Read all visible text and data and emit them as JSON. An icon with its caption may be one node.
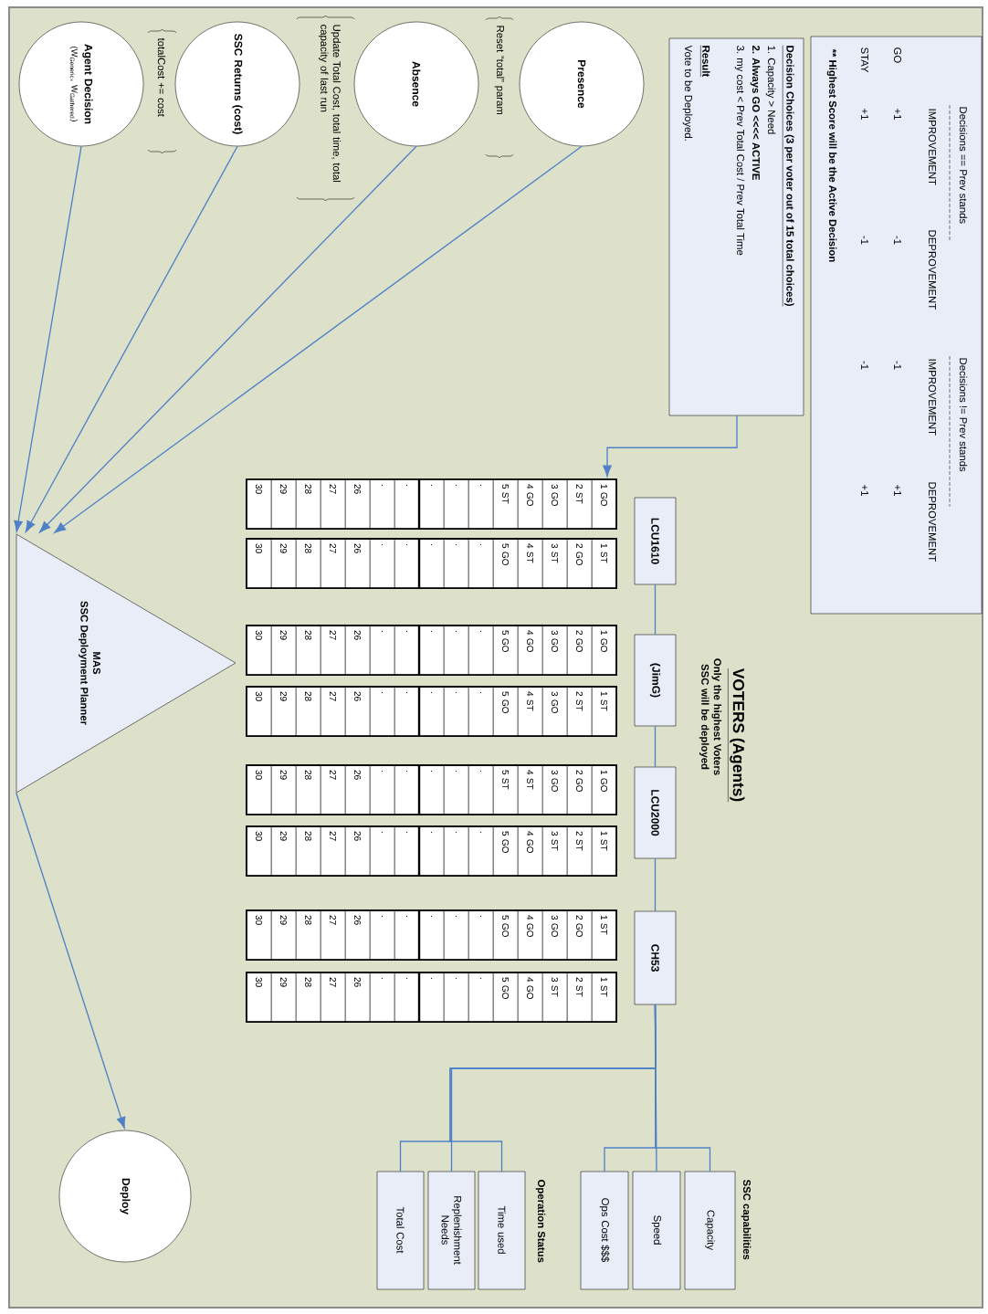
{
  "diagram": {
    "title": "VOTERS (Agents)",
    "nodes": [
      {
        "text": [
          "Decisions == Prev stands",
          "Decisions != Prev stands",
          "IMPROVEMENT",
          "DEPROVEMENT",
          "IMPROVEMENT",
          "DEPROVEMENT",
          "GO",
          "+1",
          "-1",
          "-1",
          "+1",
          "STAY",
          "+1",
          "-1",
          "-1",
          "+1",
          "** Highest Score will be the Active Decision"
        ]
      },
      {
        "text": [
          "Decision Choices (3 per voter out of 15 total choices)",
          "1. Capacity > Need",
          "2. Always GO <<<< ACTIVE",
          "3. my cost < Prev Total Cost / Prev Total Time",
          "Result",
          "Vote to be Deployed."
        ]
      },
      {
        "text": [
          "LCU1610"
        ]
      },
      {
        "text": [
          "(JimG)"
        ]
      },
      {
        "text": [
          "LCU2000"
        ]
      },
      {
        "text": [
          "CH53"
        ]
      },
      {
        "text": [
          "1 GO",
          "2 ST",
          "3 GO",
          "4 GO",
          "5 ST",
          ".",
          ".",
          ".",
          ".",
          ".",
          "26",
          "27",
          "28",
          "29",
          "30"
        ]
      },
      {
        "text": [
          "1 ST",
          "2 GO",
          "3 ST",
          "4 ST",
          "5 GO",
          ".",
          ".",
          ".",
          ".",
          ".",
          "26",
          "27",
          "28",
          "29",
          "30"
        ]
      },
      {
        "text": [
          "1 GO",
          "2 GO",
          "3 GO",
          "4 GO",
          "5 GO",
          ".",
          ".",
          ".",
          ".",
          ".",
          "26",
          "27",
          "28",
          "29",
          "30"
        ]
      },
      {
        "text": [
          "1 ST",
          "2 ST",
          "3 GO",
          "4 ST",
          "5 GO",
          ".",
          ".",
          ".",
          ".",
          ".",
          "26",
          "27",
          "28",
          "29",
          "30"
        ]
      },
      {
        "text": [
          "1 GO",
          "2 GO",
          "3 GO",
          "4 ST",
          "5 ST",
          ".",
          ".",
          ".",
          ".",
          ".",
          "26",
          "27",
          "28",
          "29",
          "30"
        ]
      },
      {
        "text": [
          "1 ST",
          "2 ST",
          "3 ST",
          "4 GO",
          "5 GO",
          ".",
          ".",
          ".",
          ".",
          ".",
          "26",
          "27",
          "28",
          "29",
          "30"
        ]
      },
      {
        "text": [
          "1 ST",
          "2 GO",
          "3 GO",
          "4 GO",
          "5 GO",
          ".",
          ".",
          ".",
          ".",
          ".",
          "26",
          "27",
          "28",
          "29",
          "30"
        ]
      },
      {
        "text": [
          "1 ST",
          "2 ST",
          "3 ST",
          "4 GO",
          "5 GO",
          ".",
          ".",
          ".",
          ".",
          ".",
          "26",
          "27",
          "28",
          "29",
          "30"
        ]
      },
      {
        "text": [
          "Presence"
        ],
        "beside": [
          "Reset “total” param"
        ]
      },
      {
        "text": [
          "Absence"
        ],
        "beside": [
          "Update Total Cost, total time, total capacity of last run"
        ]
      },
      {
        "text": [
          "SSC Returns (cost)"
        ],
        "beside": [
          "totalCost += cost"
        ]
      },
      {
        "text": [
          "Agent Decision",
          "(W$_{Generic}$, W$_{Gathered}$)"
        ]
      },
      {
        "text": [
          "MAS",
          "SSC Deployment Planner"
        ]
      },
      {
        "text": [
          "Deploy"
        ]
      },
      {
        "text": [
          "Capacity"
        ]
      },
      {
        "text": [
          "Speed"
        ]
      },
      {
        "text": [
          "Ops Cost $$$"
        ]
      },
      {
        "text": [
          "Time used"
        ]
      },
      {
        "text": [
          "Replenishment Needs"
        ]
      },
      {
        "text": [
          "Total Cost"
        ]
      }
    ],
    "edges": [
      {
        "from": 1,
        "to": 6,
        "arrow": "to"
      },
      {
        "from": 2,
        "to": 3,
        "arrow": "none"
      },
      {
        "from": 3,
        "to": 4,
        "arrow": "none"
      },
      {
        "from": 4,
        "to": 5,
        "arrow": "none"
      },
      {
        "from": 5,
        "to": 20,
        "arrow": "none"
      },
      {
        "from": 5,
        "to": 21,
        "arrow": "none"
      },
      {
        "from": 5,
        "to": 22,
        "arrow": "none"
      },
      {
        "from": 5,
        "to": 23,
        "arrow": "none"
      },
      {
        "from": 5,
        "to": 24,
        "arrow": "none"
      },
      {
        "from": 5,
        "to": 25,
        "arrow": "none"
      },
      {
        "from": 14,
        "to": 18,
        "arrow": "to"
      },
      {
        "from": 15,
        "to": 18,
        "arrow": "to"
      },
      {
        "from": 16,
        "to": 18,
        "arrow": "to"
      },
      {
        "from": 17,
        "to": 18,
        "arrow": "to"
      },
      {
        "from": 18,
        "to": 19,
        "arrow": "to"
      }
    ],
    "labels": [
      "Only the highest Voters SSC will be deployed",
      "SSC capabilities",
      "Operation Status"
    ]
  }
}
